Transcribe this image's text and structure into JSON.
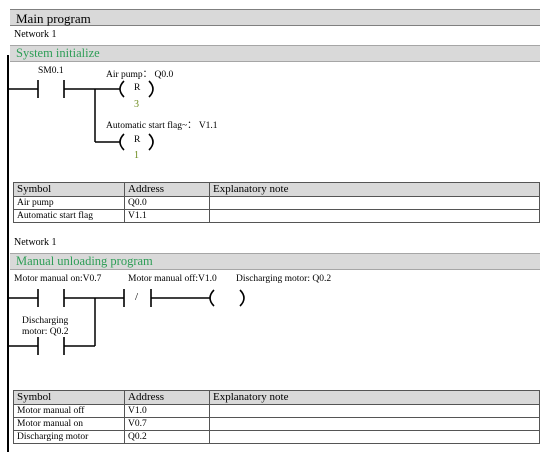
{
  "main_program": "Main program",
  "network1": {
    "label": "Network 1",
    "title": "System initialize",
    "contact": "SM0.1",
    "coil1_label": "Air pump： Q0.0",
    "coil1_type": "R",
    "coil1_count": "3",
    "coil2_label": "Automatic start flag~： V1.1",
    "coil2_type": "R",
    "coil2_count": "1",
    "table": {
      "headers": [
        "Symbol",
        "Address",
        "Explanatory note"
      ],
      "rows": [
        [
          "Air pump",
          "Q0.0",
          ""
        ],
        [
          "Automatic start flag",
          "V1.1",
          ""
        ]
      ]
    }
  },
  "network2": {
    "label": "Network 1",
    "title": "Manual unloading program",
    "contact1": "Motor manual on:V0.7",
    "contact2": "Motor manual off:V1.0",
    "coil": "Discharging motor: Q0.2",
    "not_symbol": "/",
    "branch_contact_line1": "Discharging",
    "branch_contact_line2": "motor: Q0.2",
    "table": {
      "headers": [
        "Symbol",
        "Address",
        "Explanatory note"
      ],
      "rows": [
        [
          "Motor manual off",
          "V1.0",
          ""
        ],
        [
          "Motor manual on",
          "V0.7",
          ""
        ],
        [
          "Discharging motor",
          "Q0.2",
          ""
        ]
      ]
    }
  }
}
